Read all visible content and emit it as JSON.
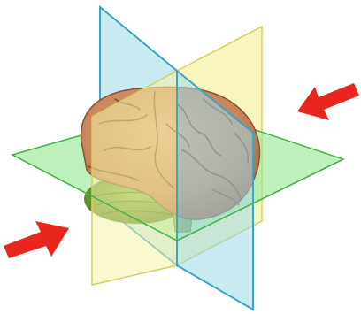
{
  "diagram": {
    "subject": "brain",
    "planes": [
      {
        "name": "sagittal-plane",
        "fill": "#9fd8e8",
        "stroke": "#3aa6c6"
      },
      {
        "name": "coronal-plane",
        "fill": "#f6f2a8",
        "stroke": "#d7cf5a"
      },
      {
        "name": "axial-plane",
        "fill": "#9be89b",
        "stroke": "#44b444"
      }
    ],
    "arrows": [
      {
        "name": "arrow-upper-right",
        "color": "#e8261e",
        "direction": "pointing-left-down"
      },
      {
        "name": "arrow-lower-left",
        "color": "#e8261e",
        "direction": "pointing-right-up"
      }
    ],
    "colors": {
      "cerebrum": "#c8855a",
      "cerebrum_shadow": "#9b5e3b",
      "sulci": "#7a4428",
      "cerebellum": "#6e9a3a",
      "brainstem": "#8aa85a"
    }
  }
}
